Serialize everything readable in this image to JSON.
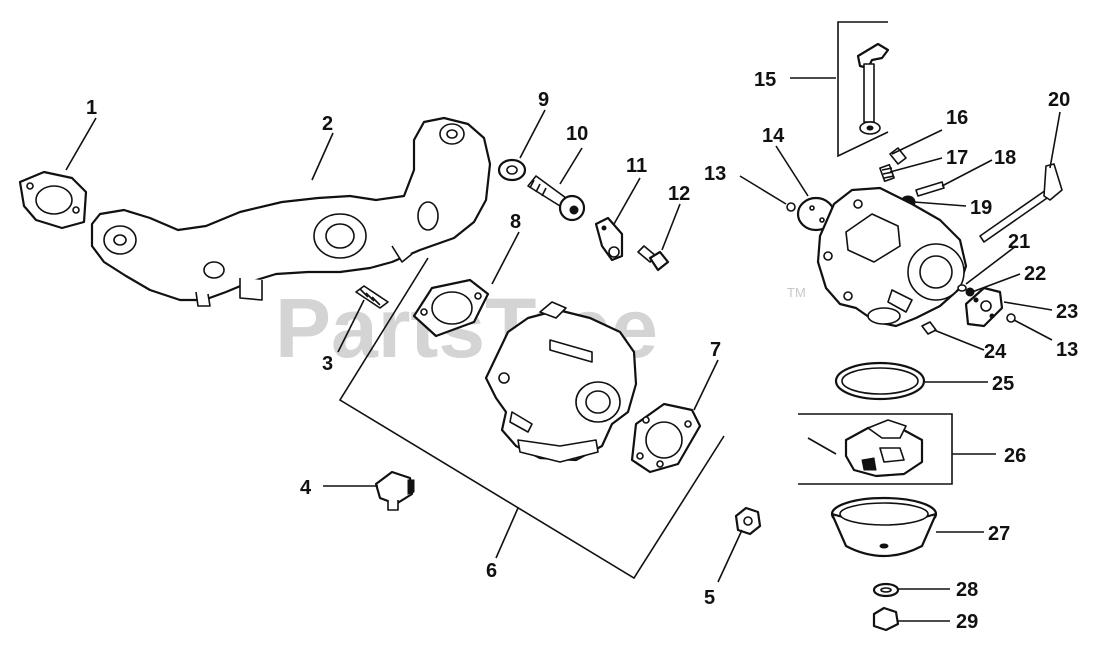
{
  "watermark": {
    "text": "PartsTree",
    "tm": "TM"
  },
  "callouts": {
    "c1": "1",
    "c2": "2",
    "c3": "3",
    "c4": "4",
    "c5": "5",
    "c6": "6",
    "c7": "7",
    "c8": "8",
    "c9": "9",
    "c10": "10",
    "c11": "11",
    "c12": "12",
    "c13a": "13",
    "c13b": "13",
    "c14": "14",
    "c15": "15",
    "c16": "16",
    "c17": "17",
    "c18": "18",
    "c19": "19",
    "c20": "20",
    "c21": "21",
    "c22": "22",
    "c23": "23",
    "c24": "24",
    "c25": "25",
    "c26": "26",
    "c27": "27",
    "c28": "28",
    "c29": "29"
  },
  "colors": {
    "line": "#111111",
    "watermark": "#d4d4d4",
    "background": "#ffffff"
  }
}
